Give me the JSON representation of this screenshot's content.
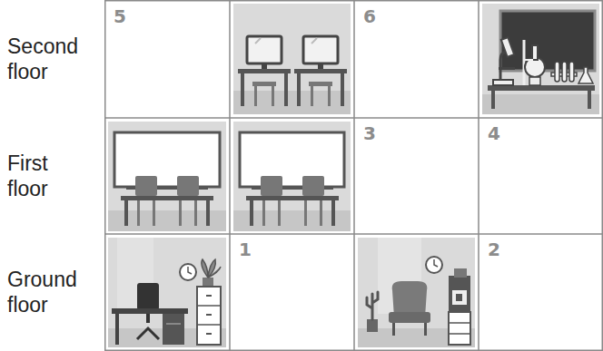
{
  "diagram": {
    "labels": [
      "Second floor",
      "5",
      "6",
      "First floor",
      "3",
      "4",
      "Ground floor",
      "1",
      "2"
    ]
  }
}
